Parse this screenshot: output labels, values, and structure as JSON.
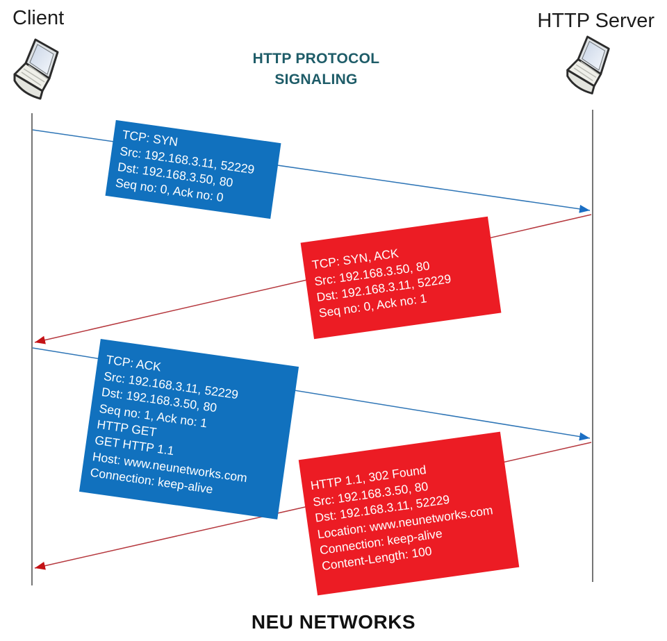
{
  "header": {
    "client_label": "Client",
    "server_label": "HTTP Server",
    "title_line1": "HTTP PROTOCOL",
    "title_line2": "SIGNALING"
  },
  "footer": {
    "brand": "NEU NETWORKS"
  },
  "colors": {
    "client_to_server_box": "#1171BE",
    "server_to_client_box": "#EC1C24",
    "box_text": "#FFFFFF",
    "title_text": "#1E5C68",
    "lifeline": "#757575",
    "arrow_client_to_server": "#2E75B6",
    "arrow_server_to_client": "#B5373D",
    "arrowhead_client_to_server": "#1B6FC4",
    "arrowhead_server_to_client": "#C41216"
  },
  "messages": [
    {
      "name": "tcp-syn",
      "from": "client",
      "to": "server",
      "lines": [
        "TCP: SYN",
        "Src: 192.168.3.11, 52229",
        "Dst: 192.168.3.50, 80",
        "Seq no: 0, Ack no: 0"
      ]
    },
    {
      "name": "tcp-syn-ack",
      "from": "server",
      "to": "client",
      "lines": [
        "TCP: SYN, ACK",
        "Src: 192.168.3.50, 80",
        "Dst: 192.168.3.11, 52229",
        "Seq no: 0, Ack no: 1"
      ]
    },
    {
      "name": "tcp-ack-http-get",
      "from": "client",
      "to": "server",
      "lines": [
        "TCP: ACK",
        "Src: 192.168.3.11, 52229",
        "Dst: 192.168.3.50, 80",
        "Seq no: 1, Ack no: 1",
        "HTTP GET",
        "GET HTTP 1.1",
        "Host: www.neunetworks.com",
        "Connection: keep-alive"
      ]
    },
    {
      "name": "http-302-found",
      "from": "server",
      "to": "client",
      "lines": [
        "HTTP 1.1, 302 Found",
        "Src: 192.168.3.50, 80",
        "Dst: 192.168.3.11, 52229",
        "Location: www.neunetworks.com",
        "Connection: keep-alive",
        "Content-Length: 100"
      ]
    }
  ]
}
